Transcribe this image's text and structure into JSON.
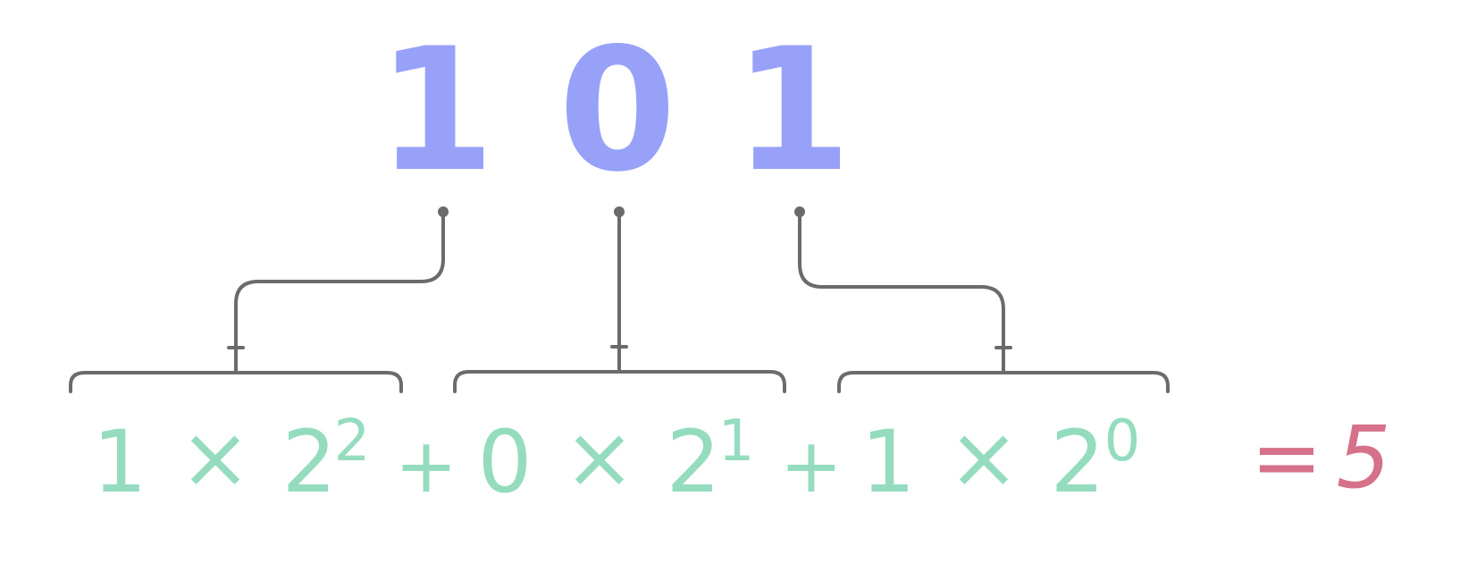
{
  "binary": {
    "digits": [
      "1",
      "0",
      "1"
    ],
    "color": "#98a1f8"
  },
  "expansion": {
    "terms": [
      {
        "digit": "1",
        "times": "×",
        "base": "2",
        "exponent": "2"
      },
      {
        "digit": "0",
        "times": "×",
        "base": "2",
        "exponent": "1"
      },
      {
        "digit": "1",
        "times": "×",
        "base": "2",
        "exponent": "0"
      }
    ],
    "operator": "+",
    "color": "#95dcbf"
  },
  "result": {
    "equals": "=",
    "value": "5",
    "color": "#d6718a"
  },
  "connector_color": "#6b6b6b"
}
